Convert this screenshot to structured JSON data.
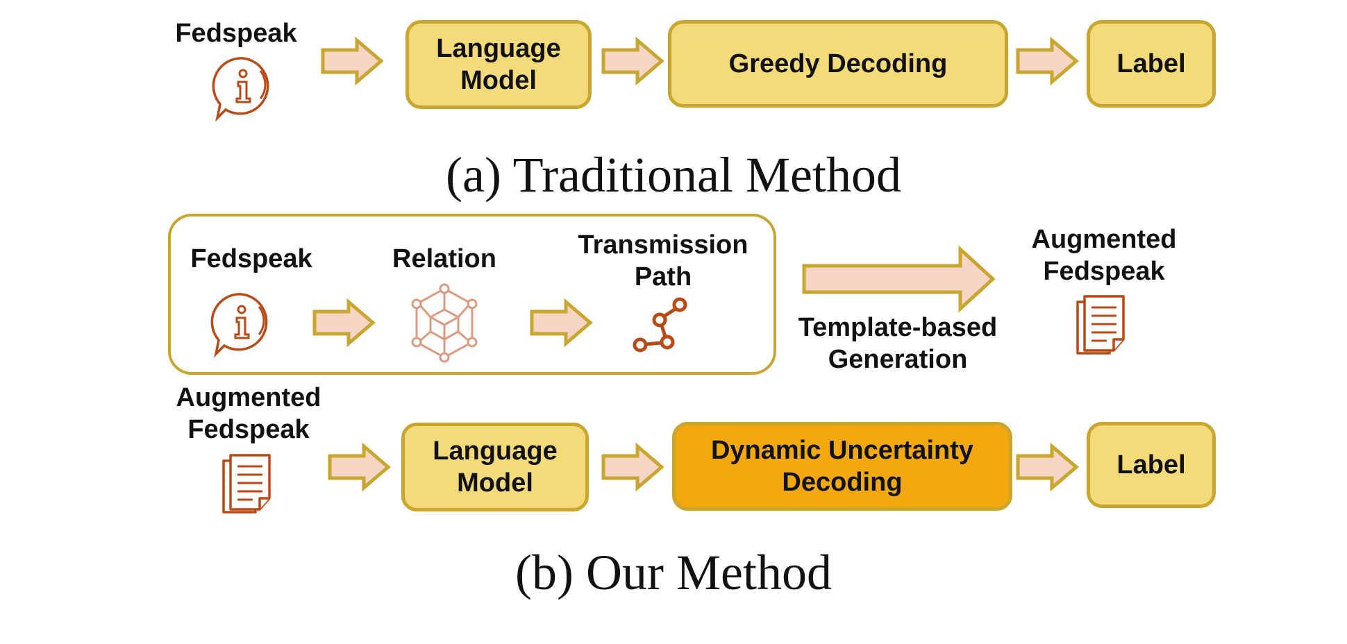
{
  "colors": {
    "box_fill": "#f4da78",
    "box_border": "#c9a630",
    "accent_fill": "#f2a80e",
    "arrow_fill": "#f5d6c4",
    "arrow_stroke": "#c9a630",
    "icon_color": "#b94a16",
    "relation_icon_color": "#dd9a80"
  },
  "traditional": {
    "input_label": "Fedspeak",
    "model_label": "Language\nModel",
    "decoding_label": "Greedy Decoding",
    "output_label": "Label",
    "caption": "(a) Traditional Method"
  },
  "ours": {
    "fedspeak_label": "Fedspeak",
    "relation_label": "Relation",
    "path_label": "Transmission\nPath",
    "generation_label": "Template-based\nGeneration",
    "augmented_label": "Augmented\nFedspeak",
    "input_label": "Augmented\nFedspeak",
    "model_label": "Language\nModel",
    "decoding_label": "Dynamic Uncertainty\nDecoding",
    "output_label": "Label",
    "caption": "(b) Our Method"
  }
}
